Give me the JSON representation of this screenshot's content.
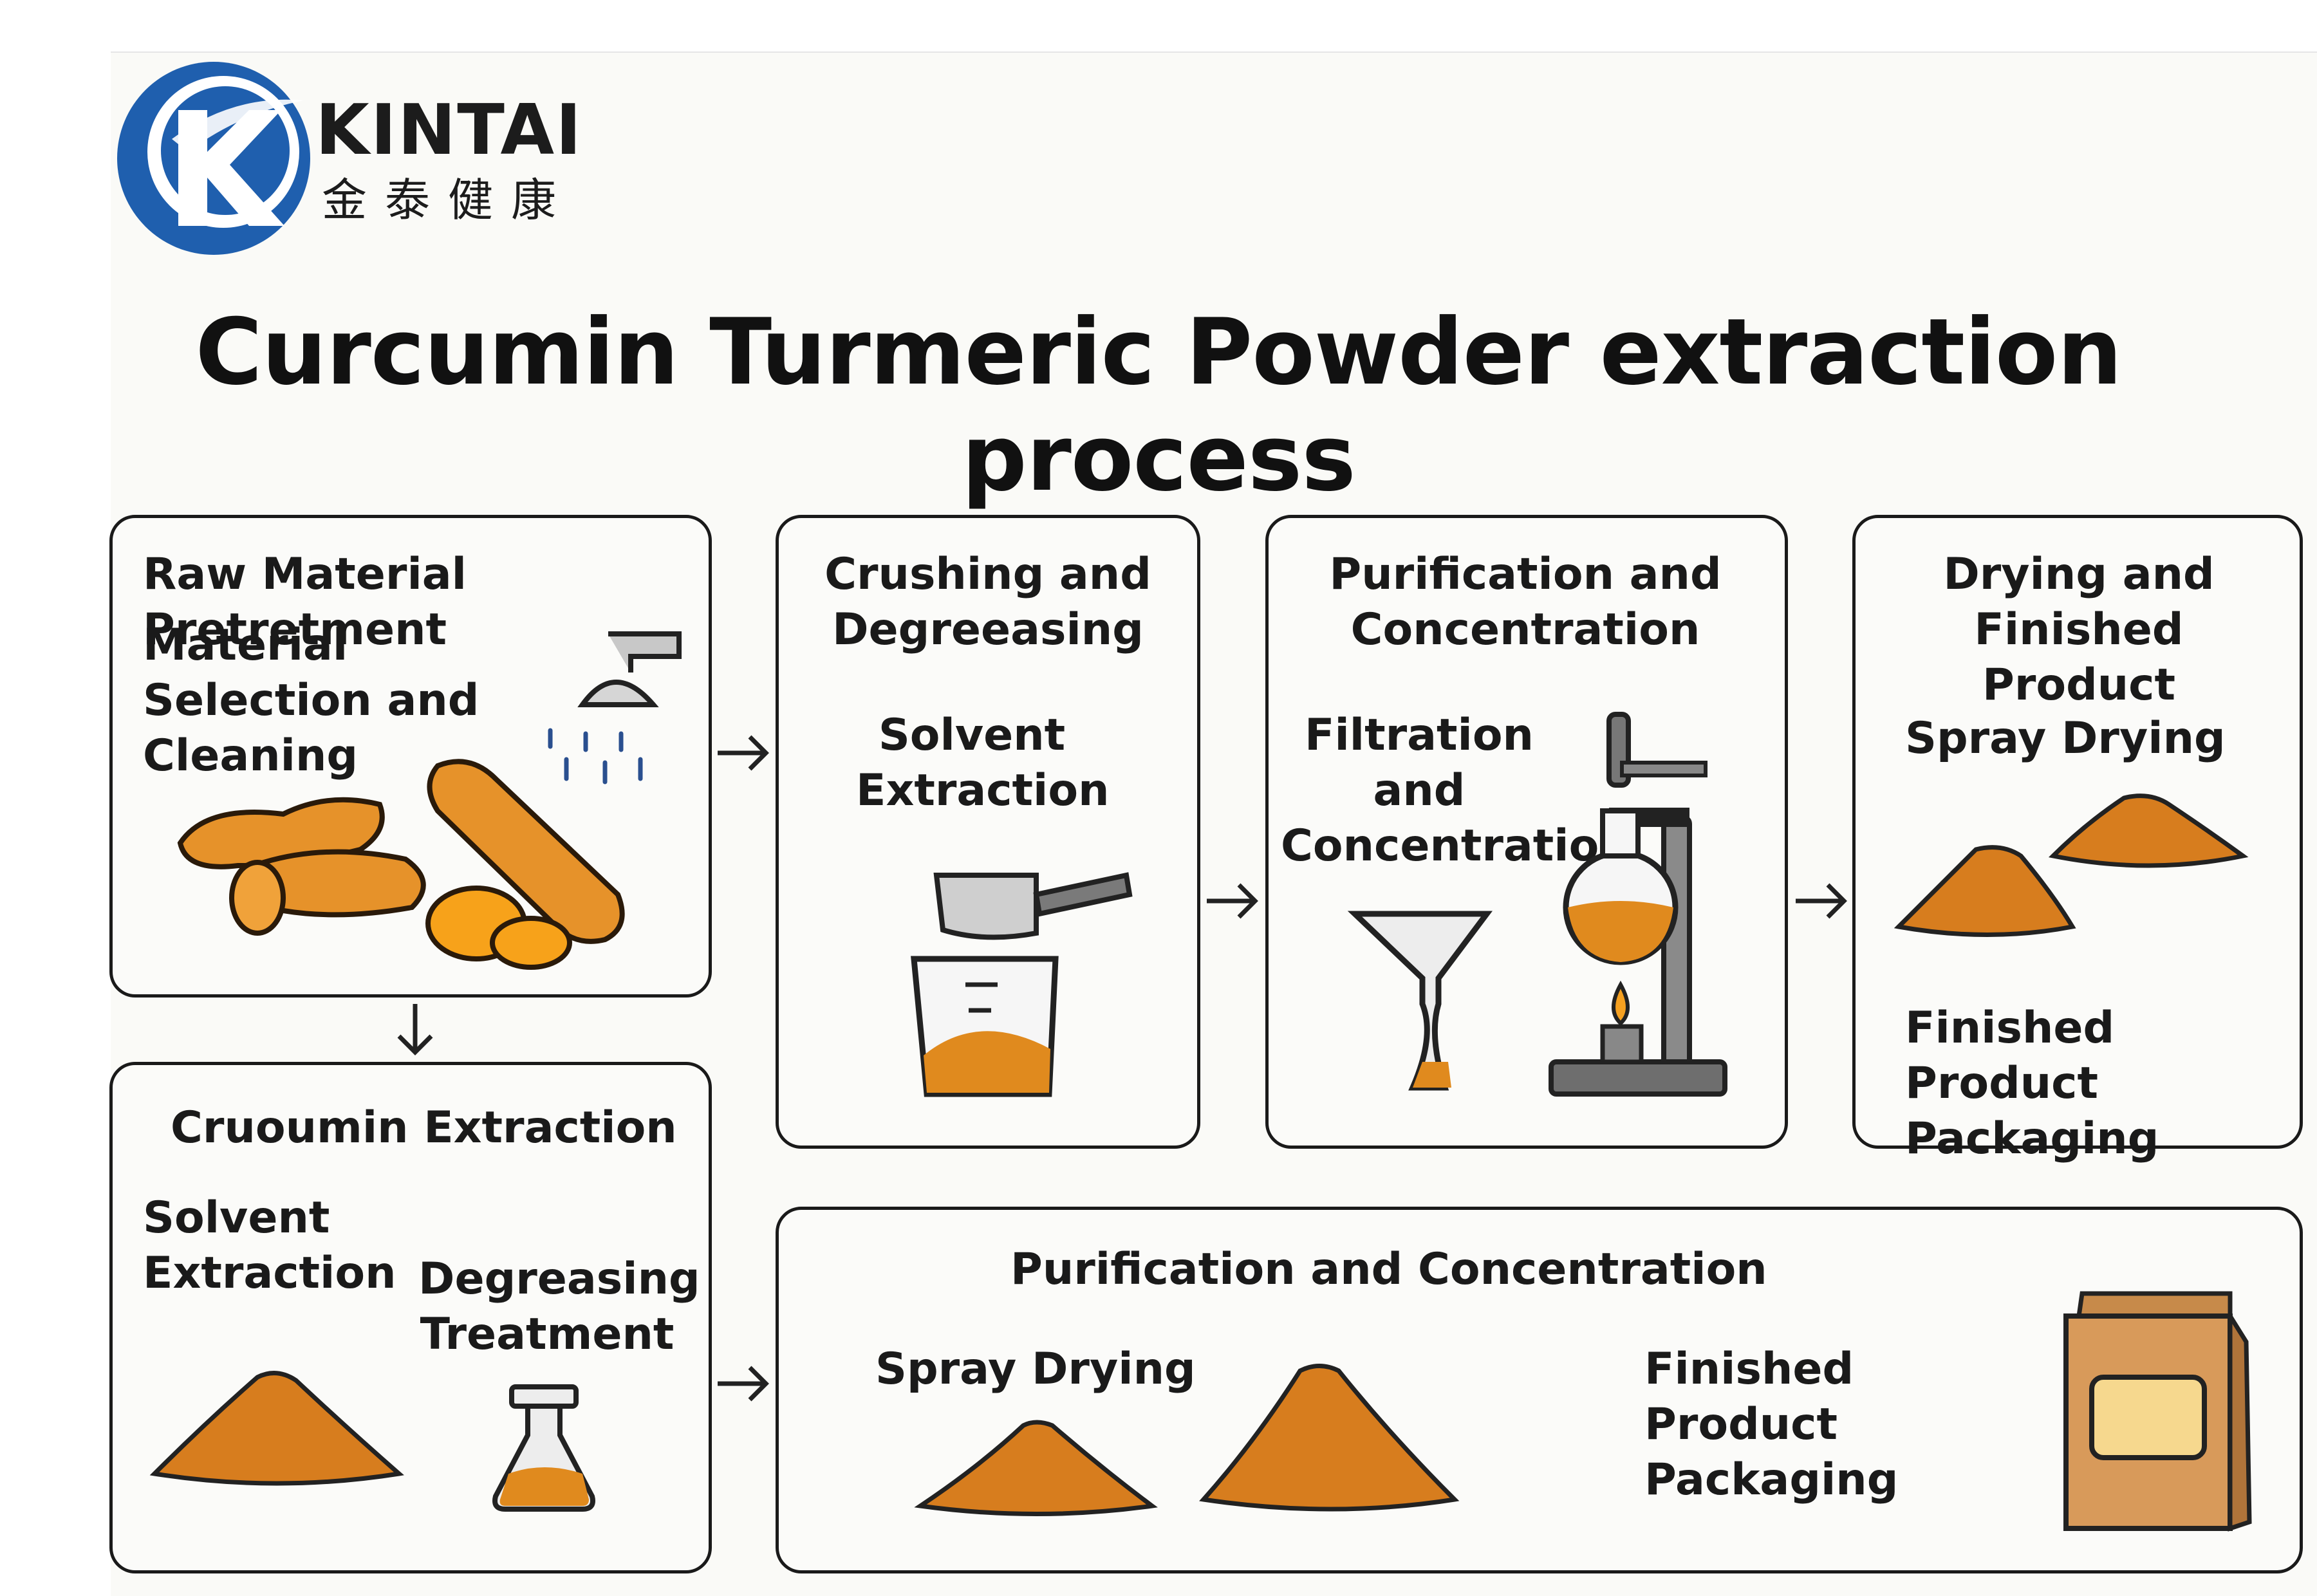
{
  "brand": {
    "name": "KINTAI",
    "name_cn": "金泰健康",
    "colors": {
      "primary": "#1f5fae",
      "accent": "#e08a1e",
      "powder": "#d77d1e"
    }
  },
  "title": "Curcumin Turmeric Powder extraction process",
  "steps": [
    {
      "title": "Raw Material Pretretment",
      "sublabel": "Material Selection and Cleaning",
      "icons": [
        "shower-head-icon",
        "turmeric-root-icon",
        "turmeric-slice-icon"
      ]
    },
    {
      "title": "Crushing and Degreeasing",
      "sublabel": "Solvent Extraction",
      "icons": [
        "scoop-icon",
        "beaker-powder-icon"
      ]
    },
    {
      "title": "Purification and Concentration",
      "sublabel": "Filtration and Concentration",
      "icons": [
        "funnel-flask-icon",
        "distillation-flask-icon"
      ]
    },
    {
      "title": "Drying and Finished Product",
      "sublabel": "Spray Drying",
      "sublabel2": "Finished Product Packaging",
      "icons": [
        "powder-pile-icon"
      ]
    },
    {
      "title": "Cruoumin Extraction",
      "sublabel": "Solvent Extraction",
      "sublabel2": "Degreasing Treatment",
      "icons": [
        "powder-pile-icon",
        "flask-icon"
      ]
    },
    {
      "title": "Purification and Concentration",
      "sublabel": "Spray Drying",
      "sublabel2": "Finished Product Packaging",
      "icons": [
        "powder-pile-icon",
        "package-bag-icon"
      ]
    }
  ]
}
